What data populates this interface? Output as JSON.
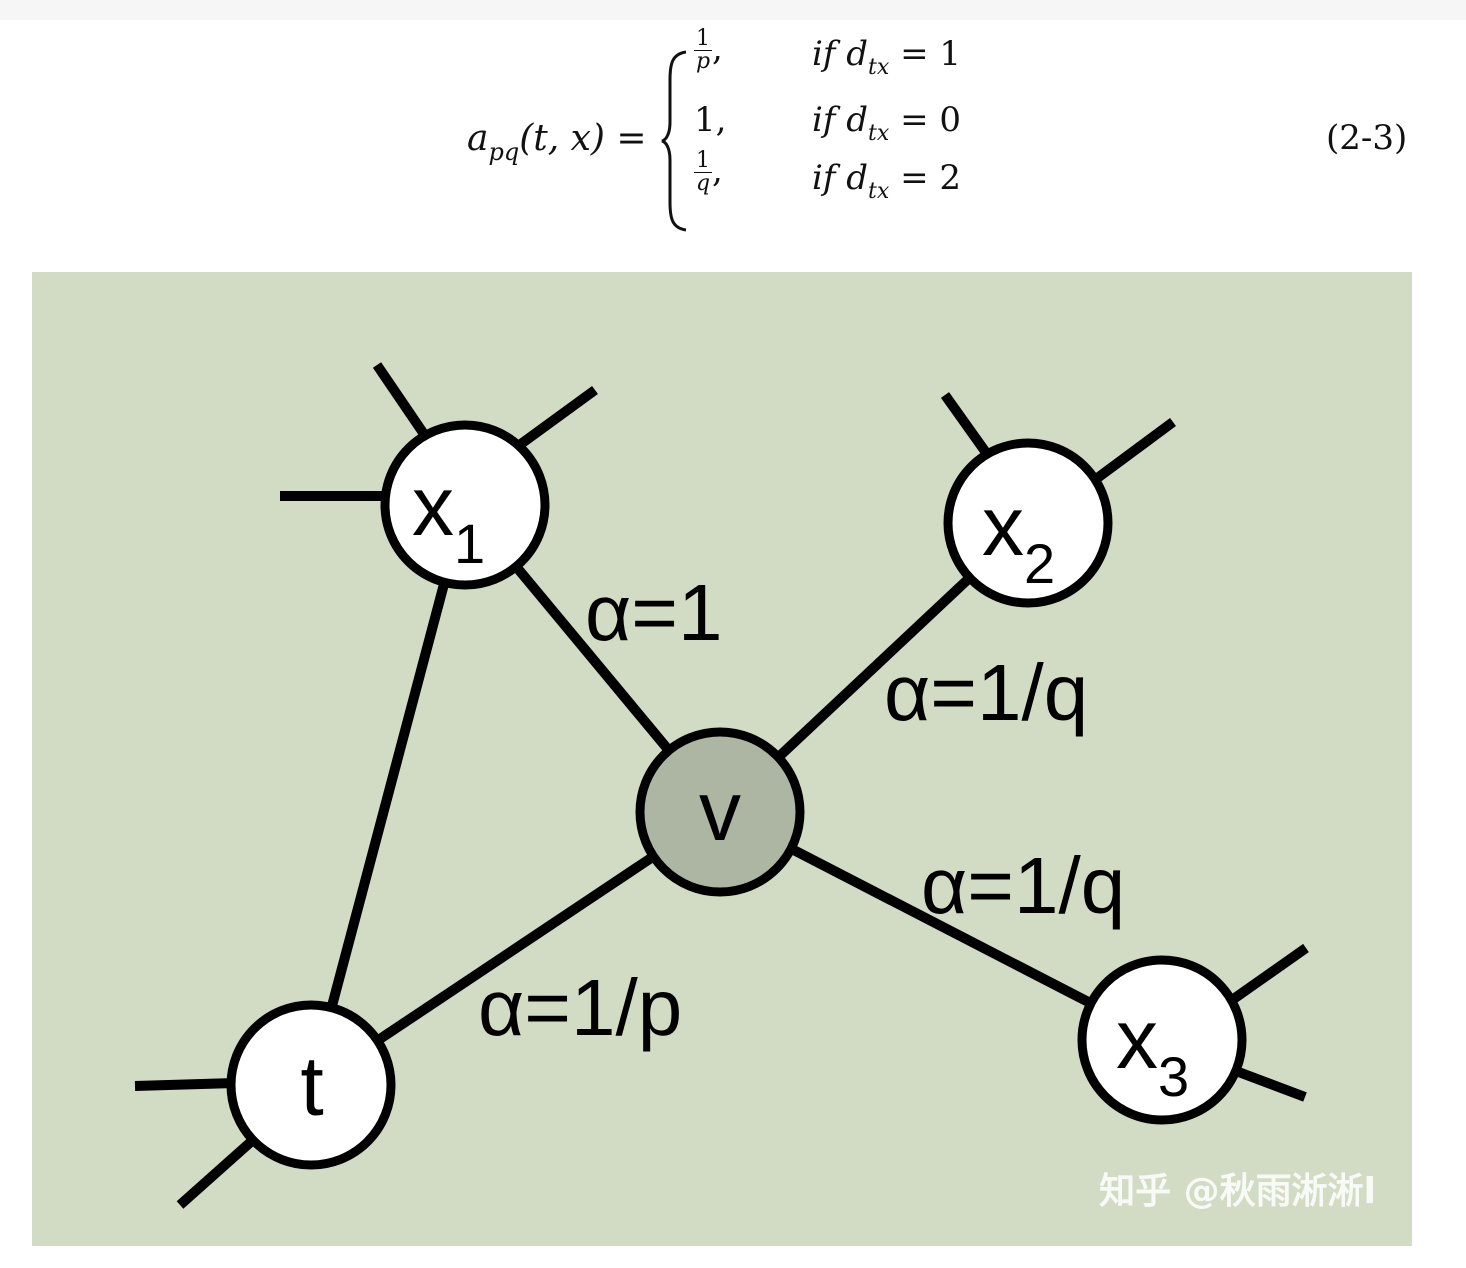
{
  "formula": {
    "lhs_symbol": "a",
    "lhs_subscript": "pq",
    "lhs_args": "(t, x) =",
    "cases": [
      {
        "value_num": "1",
        "value_den": "p",
        "value": "",
        "cond_if": "if",
        "cond_var": "d",
        "cond_sub": "tx",
        "cond_rhs": "= 1"
      },
      {
        "value_num": "",
        "value_den": "",
        "value": "1,",
        "cond_if": "if",
        "cond_var": "d",
        "cond_sub": "tx",
        "cond_rhs": "= 0"
      },
      {
        "value_num": "1",
        "value_den": "q",
        "value": "",
        "cond_if": "if",
        "cond_var": "d",
        "cond_sub": "tx",
        "cond_rhs": "= 2"
      }
    ],
    "equation_number": "(2-3)"
  },
  "diagram": {
    "background_color": "#d2dcc4",
    "node_fill": "#ffffff",
    "center_fill": "#adb5a3",
    "edge_color": "#000000",
    "nodes": {
      "x1": {
        "label": "x",
        "sub": "1"
      },
      "x2": {
        "label": "x",
        "sub": "2"
      },
      "x3": {
        "label": "x",
        "sub": "3"
      },
      "v": {
        "label": "v",
        "sub": ""
      },
      "t": {
        "label": "t",
        "sub": ""
      }
    },
    "edge_labels": {
      "v_x1": "α=1",
      "v_x2": "α=1/q",
      "v_x3": "α=1/q",
      "v_t": "α=1/p"
    },
    "watermark": "知乎 @秋雨淅淅l"
  }
}
